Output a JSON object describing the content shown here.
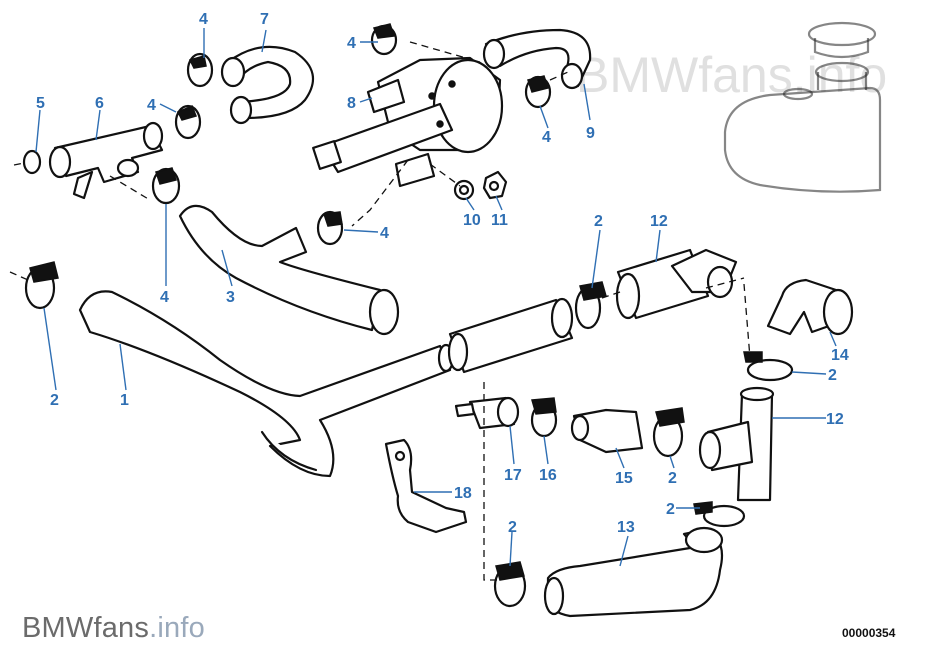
{
  "watermark_text": "BMWfans.info",
  "brand": {
    "name": "BMWfans",
    "suffix": ".info"
  },
  "diagram_code": "00000354",
  "callouts": {
    "c4_top": "4",
    "c7": "7",
    "c4_valve": "4",
    "c5": "5",
    "c6": "6",
    "c4_mid": "4",
    "c8": "8",
    "c4_right": "4",
    "c9": "9",
    "c10": "10",
    "c11": "11",
    "c4_lower": "4",
    "c4_left": "4",
    "c3": "3",
    "c2_right_top": "2",
    "c12_top": "12",
    "c2_left": "2",
    "c1": "1",
    "c14": "14",
    "c2_r1": "2",
    "c12_mid": "12",
    "c17": "17",
    "c16": "16",
    "c15": "15",
    "c2_mid": "2",
    "c18": "18",
    "c2_r2": "2",
    "c2_bottom": "2",
    "c13": "13"
  }
}
